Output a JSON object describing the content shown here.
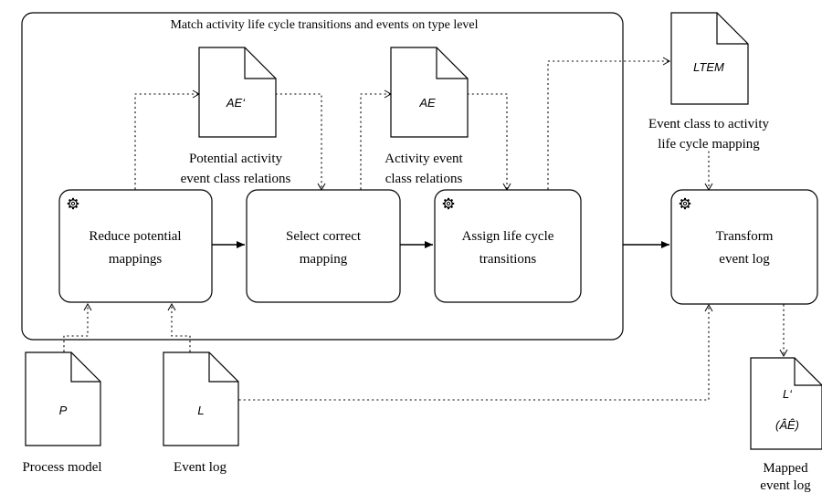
{
  "container": {
    "title": "Match activity life cycle transitions and events on type level"
  },
  "tasks": {
    "reduce": {
      "line1": "Reduce potential",
      "line2": "mappings",
      "icon": "gear-icon"
    },
    "select": {
      "line1": "Select correct",
      "line2": "mapping"
    },
    "assign": {
      "line1": "Assign life cycle",
      "line2": "transitions",
      "icon": "gear-icon"
    },
    "transform": {
      "line1": "Transform",
      "line2": "event log",
      "icon": "gear-icon"
    }
  },
  "documents": {
    "ae_prime": {
      "label": "AE‘",
      "caption1": "Potential activity",
      "caption2": "event class relations"
    },
    "ae": {
      "label": "AE",
      "caption1": "Activity event",
      "caption2": "class relations"
    },
    "ltem": {
      "label": "LTEM",
      "caption1": "Event class to activity",
      "caption2": "life cycle mapping"
    },
    "p": {
      "label": "P",
      "caption1": "Process model"
    },
    "l": {
      "label": "L",
      "caption1": "Event log"
    },
    "l_prime": {
      "label": "L‘",
      "label2": "(ÂÊ)",
      "caption1": "Mapped",
      "caption2": "event log"
    }
  },
  "colors": {
    "stroke": "#000000",
    "fill": "#ffffff"
  }
}
